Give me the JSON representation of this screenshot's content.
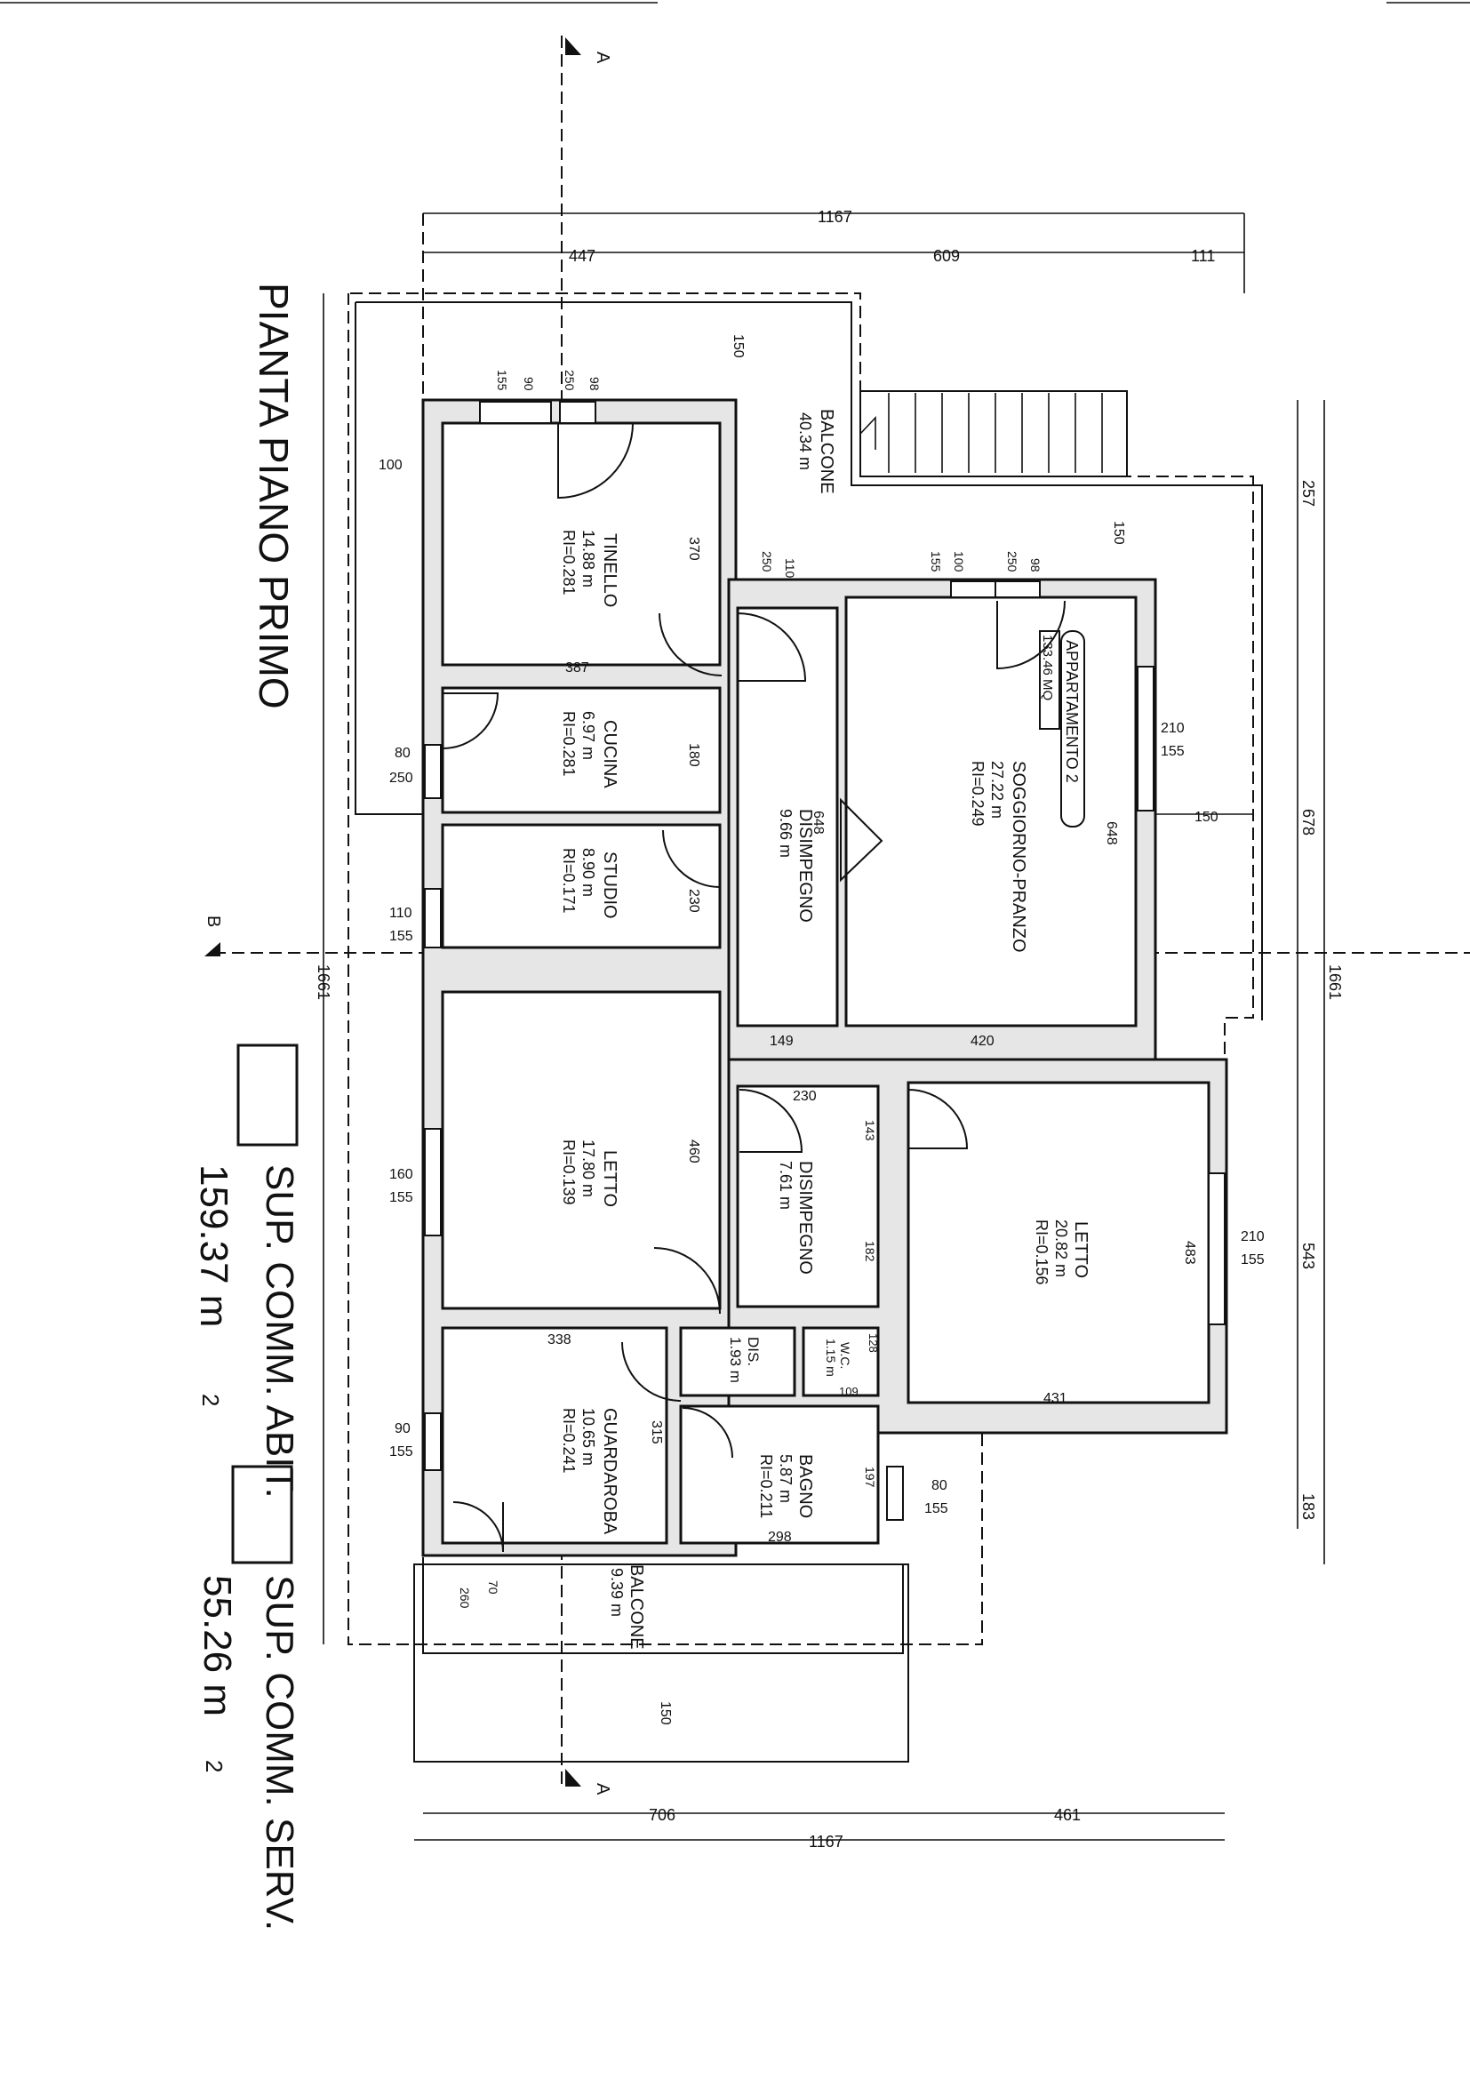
{
  "title": "PIANTA PIANO PRIMO",
  "apartment": {
    "name": "APPARTAMENTO 2",
    "area": "133.46 MQ"
  },
  "section_marks": {
    "a": "A",
    "b": "B"
  },
  "rooms": {
    "tinello": {
      "name": "TINELLO",
      "area": "14.88 m",
      "ri": "RI=0.281"
    },
    "cucina": {
      "name": "CUCINA",
      "area": "6.97 m",
      "ri": "RI=0.281"
    },
    "studio": {
      "name": "STUDIO",
      "area": "8.90 m",
      "ri": "RI=0.171"
    },
    "letto1": {
      "name": "LETTO",
      "area": "17.80 m",
      "ri": "RI=0.139"
    },
    "guardaroba": {
      "name": "GUARDAROBA",
      "area": "10.65 m",
      "ri": "RI=0.241"
    },
    "disimpegno1": {
      "name": "DISIMPEGNO",
      "area": "9.66 m"
    },
    "soggiorno": {
      "name": "SOGGIORNO-PRANZO",
      "area": "27.22 m",
      "ri": "RI=0.249"
    },
    "disimpegno2": {
      "name": "DISIMPEGNO",
      "area": "7.61 m"
    },
    "letto2": {
      "name": "LETTO",
      "area": "20.82 m",
      "ri": "RI=0.156"
    },
    "dis": {
      "name": "DIS.",
      "area": "1.93 m"
    },
    "wc": {
      "name": "W.C.",
      "area": "1.15 m"
    },
    "bagno": {
      "name": "BAGNO",
      "area": "5.87 m",
      "ri": "RI=0.211"
    },
    "balcone1": {
      "name": "BALCONE",
      "area": "40.34 m"
    },
    "balcone2": {
      "name": "BALCONE",
      "area": "9.39 m"
    }
  },
  "sup_exp": "2",
  "legend": {
    "abit_label": "SUP. COMM. ABIT.",
    "abit_value": "159.37 m",
    "serv_label": "SUP. COMM. SERV.",
    "serv_value": "55.26 m"
  },
  "dimensions": {
    "top_total": "1167",
    "top_a": "447",
    "top_b": "609",
    "top_c": "111",
    "bottom_total": "1167",
    "bottom_a": "706",
    "bottom_b": "461",
    "left_total": "1661",
    "right_total": "1661",
    "right_a": "257",
    "right_b": "678",
    "right_c": "543",
    "right_d": "183",
    "d150a": "150",
    "d150b": "150",
    "d150c": "150",
    "d150d": "150",
    "d370": "370",
    "d387": "387",
    "d180": "180",
    "d230a": "230",
    "d230b": "230",
    "d460": "460",
    "d338": "338",
    "d315": "315",
    "d648a": "648",
    "d648b": "648",
    "d149": "149",
    "d420": "420",
    "d143": "143",
    "d182": "182",
    "d483": "483",
    "d431": "431",
    "d197": "197",
    "d298": "298",
    "d109": "109",
    "d128": "128",
    "d100": "100",
    "d155a": "155",
    "d90": "90",
    "d250a": "250",
    "d98a": "98",
    "d250b": "250",
    "d110a": "110",
    "d155b": "155",
    "d100b": "100",
    "d250c": "250",
    "d98b": "98",
    "w80a": "80",
    "w250d": "250",
    "w110": "110",
    "w155c": "155",
    "w160": "160",
    "w155d": "155",
    "w90": "90",
    "w155e": "155",
    "w210a": "210",
    "w155f": "155",
    "w210b": "210",
    "w155g": "155",
    "w80b": "80",
    "w155h": "155",
    "w260": "260",
    "w70": "70"
  }
}
